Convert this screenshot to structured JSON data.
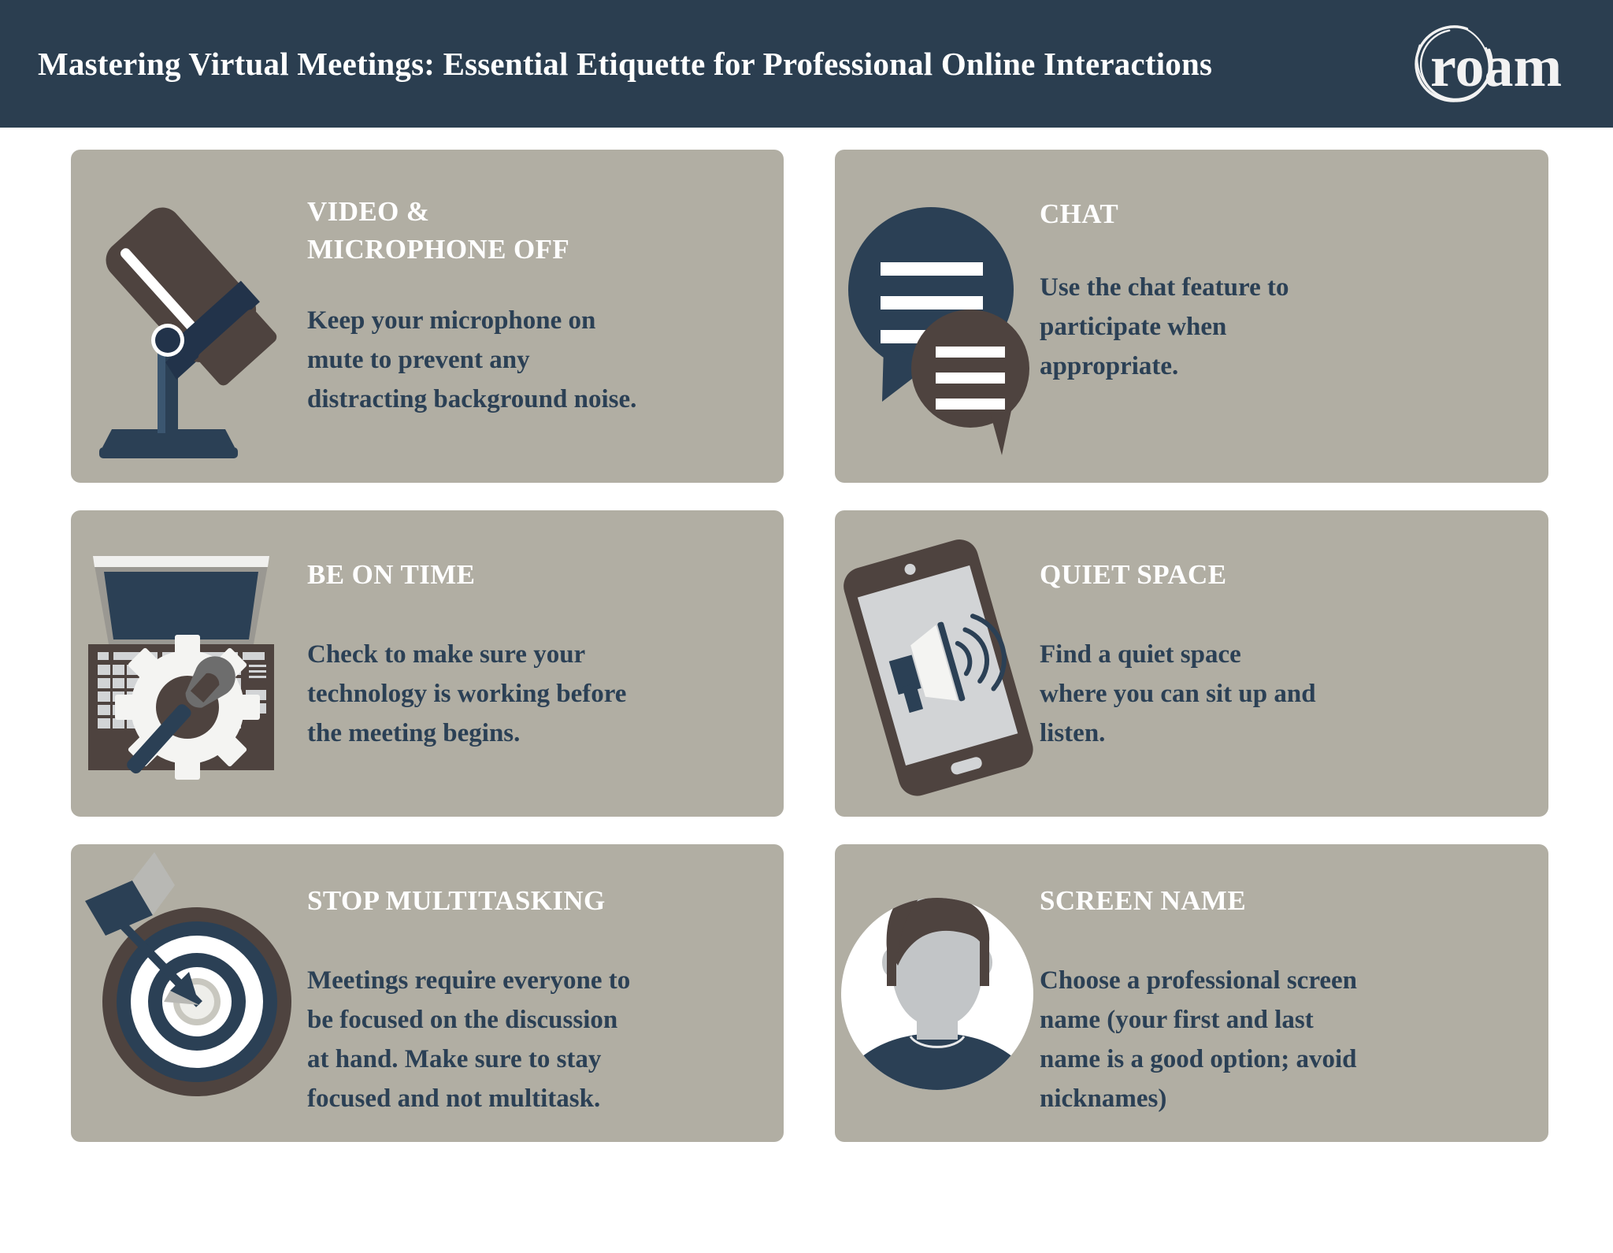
{
  "header": {
    "title": "Mastering Virtual Meetings: Essential Etiquette for Professional Online Interactions",
    "logo_text": "roam",
    "background_color": "#2b3e50",
    "title_color": "#ffffff"
  },
  "theme": {
    "page_background": "#ffffff",
    "card_background": "#b1aea3",
    "card_title_color": "#ffffff",
    "card_text_color": "#2b4055",
    "accent_navy": "#2b4055",
    "accent_brown": "#4e433f",
    "accent_white": "#ffffff",
    "accent_light_gray": "#d2d4d6"
  },
  "cards": [
    {
      "id": "video-microphone-off",
      "icon": "microphone-icon",
      "title": "VIDEO &\nMICROPHONE OFF",
      "title_lines": [
        "VIDEO &",
        "MICROPHONE OFF"
      ],
      "text": "Keep your microphone on mute to prevent any distracting background noise.",
      "text_lines": [
        "Keep your microphone on",
        "mute to prevent any",
        "distracting background noise."
      ]
    },
    {
      "id": "chat",
      "icon": "chat-bubbles-icon",
      "title": "CHAT",
      "title_lines": [
        "CHAT"
      ],
      "text": "Use the chat feature to participate when appropriate.",
      "text_lines": [
        "Use the chat feature to",
        "participate when",
        "appropriate."
      ]
    },
    {
      "id": "be-on-time",
      "icon": "laptop-gear-wrench-icon",
      "title": "BE ON TIME",
      "title_lines": [
        "BE ON TIME"
      ],
      "text": "Check to make sure your technology is working before the meeting begins.",
      "text_lines": [
        "Check to make sure your",
        "technology is working before",
        "the meeting begins."
      ]
    },
    {
      "id": "quiet-space",
      "icon": "smartphone-megaphone-icon",
      "title": "QUIET SPACE",
      "title_lines": [
        "QUIET SPACE"
      ],
      "text": "Find a quiet space where you can sit up and listen.",
      "text_lines": [
        "Find a quiet space",
        "where you can sit up and",
        "listen."
      ]
    },
    {
      "id": "stop-multitasking",
      "icon": "target-arrow-icon",
      "title": "STOP MULTITASKING",
      "title_lines": [
        "STOP MULTITASKING"
      ],
      "text": "Meetings require everyone to be focused on the discussion at hand. Make sure to stay focused and not multitask.",
      "text_lines": [
        "Meetings require everyone to",
        "be focused on the discussion",
        "at hand. Make sure to stay",
        "focused and not multitask."
      ]
    },
    {
      "id": "screen-name",
      "icon": "user-avatar-icon",
      "title": "SCREEN NAME",
      "title_lines": [
        "SCREEN NAME"
      ],
      "text": "Choose a professional screen name (your first and last name is a good option; avoid nicknames)",
      "text_lines": [
        "Choose a professional screen",
        "name (your first and last",
        "name is a good option; avoid",
        "nicknames)"
      ]
    }
  ]
}
